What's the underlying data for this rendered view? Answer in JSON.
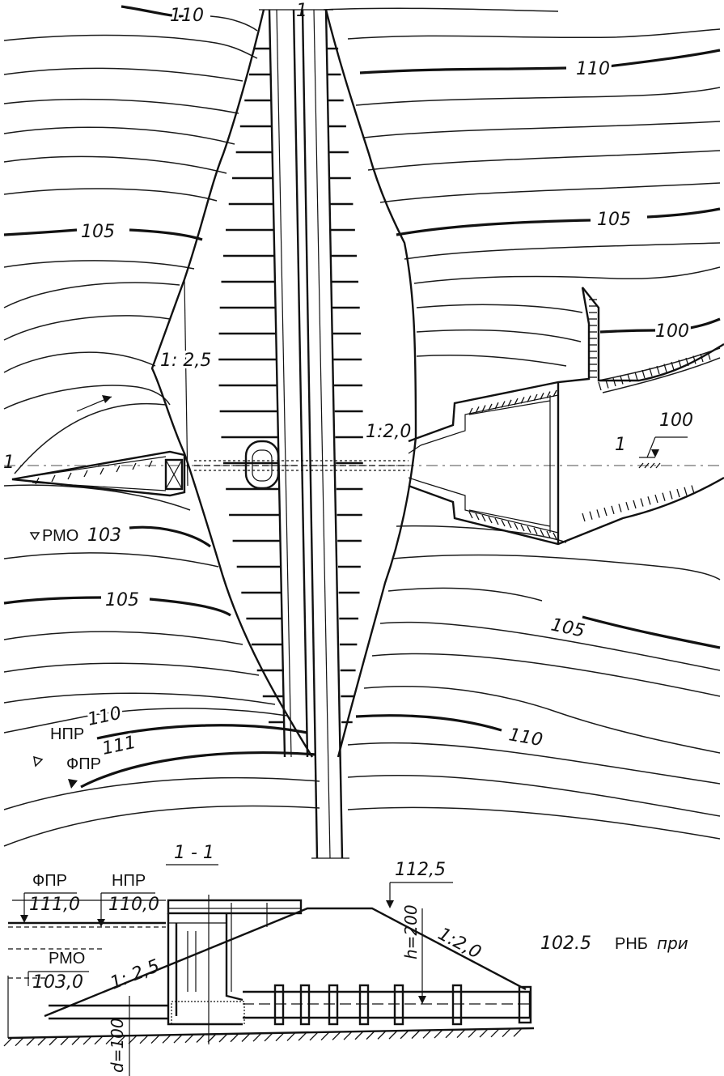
{
  "plan": {
    "contour_labels": {
      "c110_top": "110",
      "c110_right": "110",
      "c105_left": "105",
      "c105_right": "105",
      "c100_right": "100",
      "c105_lower_left": "105",
      "c105_lower_right": "105",
      "c110_lower_right": "110",
      "c110_lower_left": "110",
      "c111_lower_left": "111",
      "c103": "103"
    },
    "slope_upstream": "1: 2,5",
    "slope_downstream": "1:2,0",
    "section_mark_left": "1",
    "section_mark_right": "1",
    "section_mark_top": "1",
    "elevation_outlet": "100",
    "levels": {
      "rmo": "РМО",
      "npr": "НПР",
      "fpr": "ФПР"
    }
  },
  "section": {
    "title": "1 - 1",
    "fpr_label": "ФПР",
    "fpr_value": "111,0",
    "npr_label": "НПР",
    "npr_value": "110,0",
    "rmo_label": "РМО",
    "rmo_value": "103,0",
    "crest_value": "112,5",
    "slope_upstream": "1: 2,5",
    "slope_downstream": "1:2,0",
    "height": "h=200",
    "diameter": "d=100",
    "tailwater_value": "102.5",
    "tailwater_label": "РНБ",
    "tailwater_suffix": "при"
  }
}
